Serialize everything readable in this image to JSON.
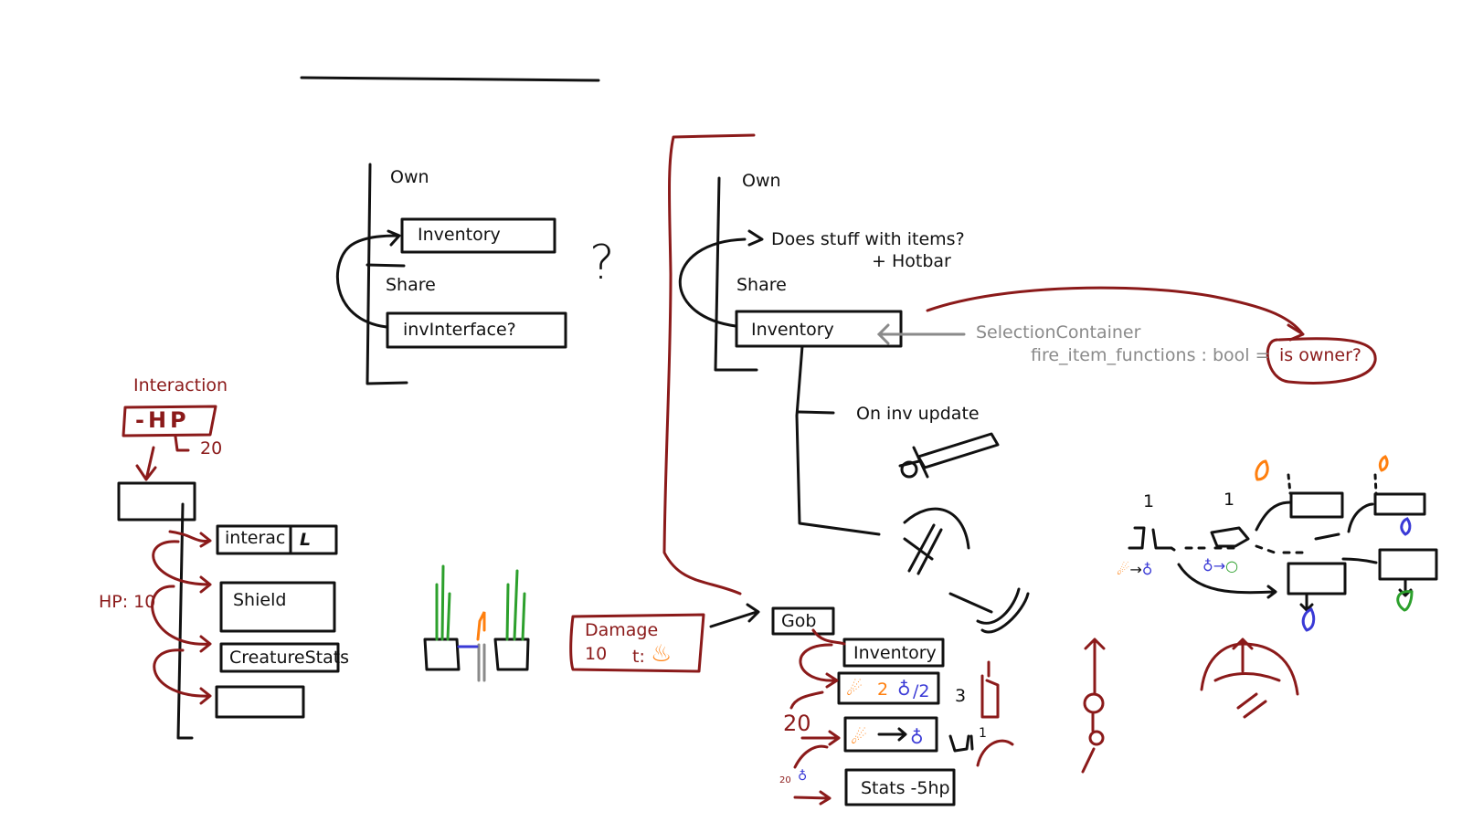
{
  "colors": {
    "ink": "#111111",
    "accent_red": "#8b1a1a",
    "gray": "#8a8a8a",
    "orange": "#ff7f0e",
    "blue": "#3a3ad6",
    "green": "#2ca02c"
  },
  "left_tree": {
    "own": "Own",
    "inventory": "Inventory",
    "share": "Share",
    "inv_interface": "invInterface?",
    "question_mark": "?"
  },
  "right_tree": {
    "own": "Own",
    "does_stuff": "Does stuff with items?",
    "hotbar": "+ Hotbar",
    "share": "Share",
    "inventory": "Inventory",
    "selection_container": "SelectionContainer",
    "fire_item_functions": "fire_item_functions : bool =",
    "is_owner": "is owner?",
    "on_inv_update": "On inv update"
  },
  "interaction_stack": {
    "interaction": "Interaction",
    "hp_box": "-HP",
    "twenty": "20",
    "interac": "interac",
    "interac_tag": "L",
    "shield": "Shield",
    "creature_stats": "CreatureStats",
    "hp_label": "HP: 10"
  },
  "damage_flow": {
    "damage": "Damage",
    "ten": "10",
    "t_label": "t:",
    "gob": "Gob",
    "inventory": "Inventory",
    "mult_2": "2",
    "div_2": "/2",
    "three": "3",
    "twenty": "20",
    "small_20": "20",
    "one": "1",
    "stats": "Stats -5hp"
  },
  "conversion_sketch": {
    "one_a": "1",
    "one_b": "1"
  }
}
